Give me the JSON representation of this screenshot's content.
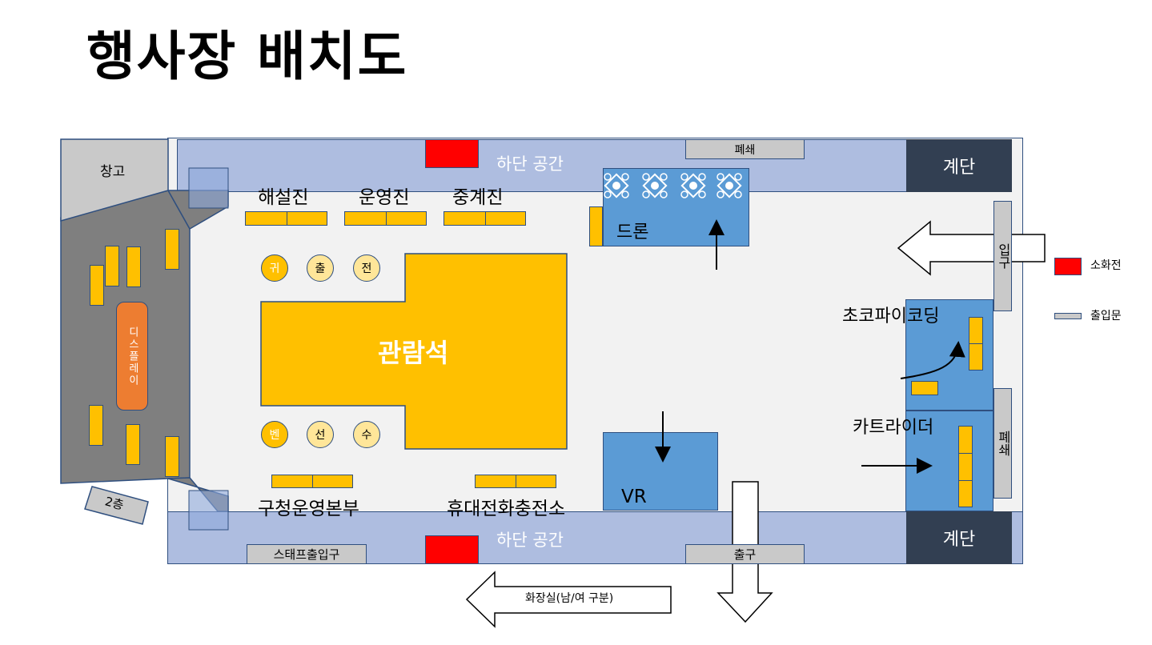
{
  "page": {
    "title": "행사장 배치도"
  },
  "areas": {
    "storage": "창고",
    "floor2": "2층",
    "lower_space_top": "하단 공간",
    "lower_space_bottom": "하단 공간",
    "closed_top": "폐쇄",
    "closed_right": "폐쇄",
    "stairs_top": "계단",
    "stairs_bottom": "계단",
    "entrance": "입구",
    "exit": "출구",
    "staff_entrance": "스태프출입구",
    "restroom": "화장실(남/여 구분)"
  },
  "zones": {
    "commentary": "해설진",
    "operations": "운영진",
    "broadcast": "중계진",
    "display": "디스플레이",
    "seating": "관람석",
    "drone": "드론",
    "vr": "VR",
    "chocopie": "초코파이코딩",
    "cartrider": "카트라이더",
    "district_hq": "구청운영본부",
    "phone_charging": "휴대전화충전소"
  },
  "booths": {
    "top": [
      "귀",
      "출",
      "전"
    ],
    "bottom": [
      "벤",
      "선",
      "수"
    ]
  },
  "legend": {
    "extinguisher": "소화전",
    "door": "출입문"
  },
  "colors": {
    "hall_floor": "#f2f2f2",
    "band": "#aebde0",
    "yellow": "#ffc000",
    "blue_zone": "#5b9bd5",
    "gray_zone": "#7f7f7f",
    "stairs": "#323f52",
    "display": "#ed7d31",
    "extinguisher": "#ff0000",
    "booth_circle": "#ffe699"
  }
}
